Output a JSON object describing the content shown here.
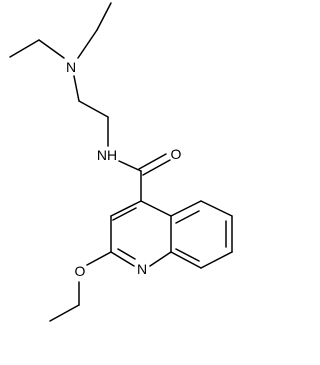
{
  "molecule": {
    "atoms": {
      "amine_nitrogen": "N",
      "amide_nitrogen": "NH",
      "carbonyl_oxygen": "O",
      "ring_nitrogen": "N",
      "ether_oxygen": "O"
    }
  }
}
